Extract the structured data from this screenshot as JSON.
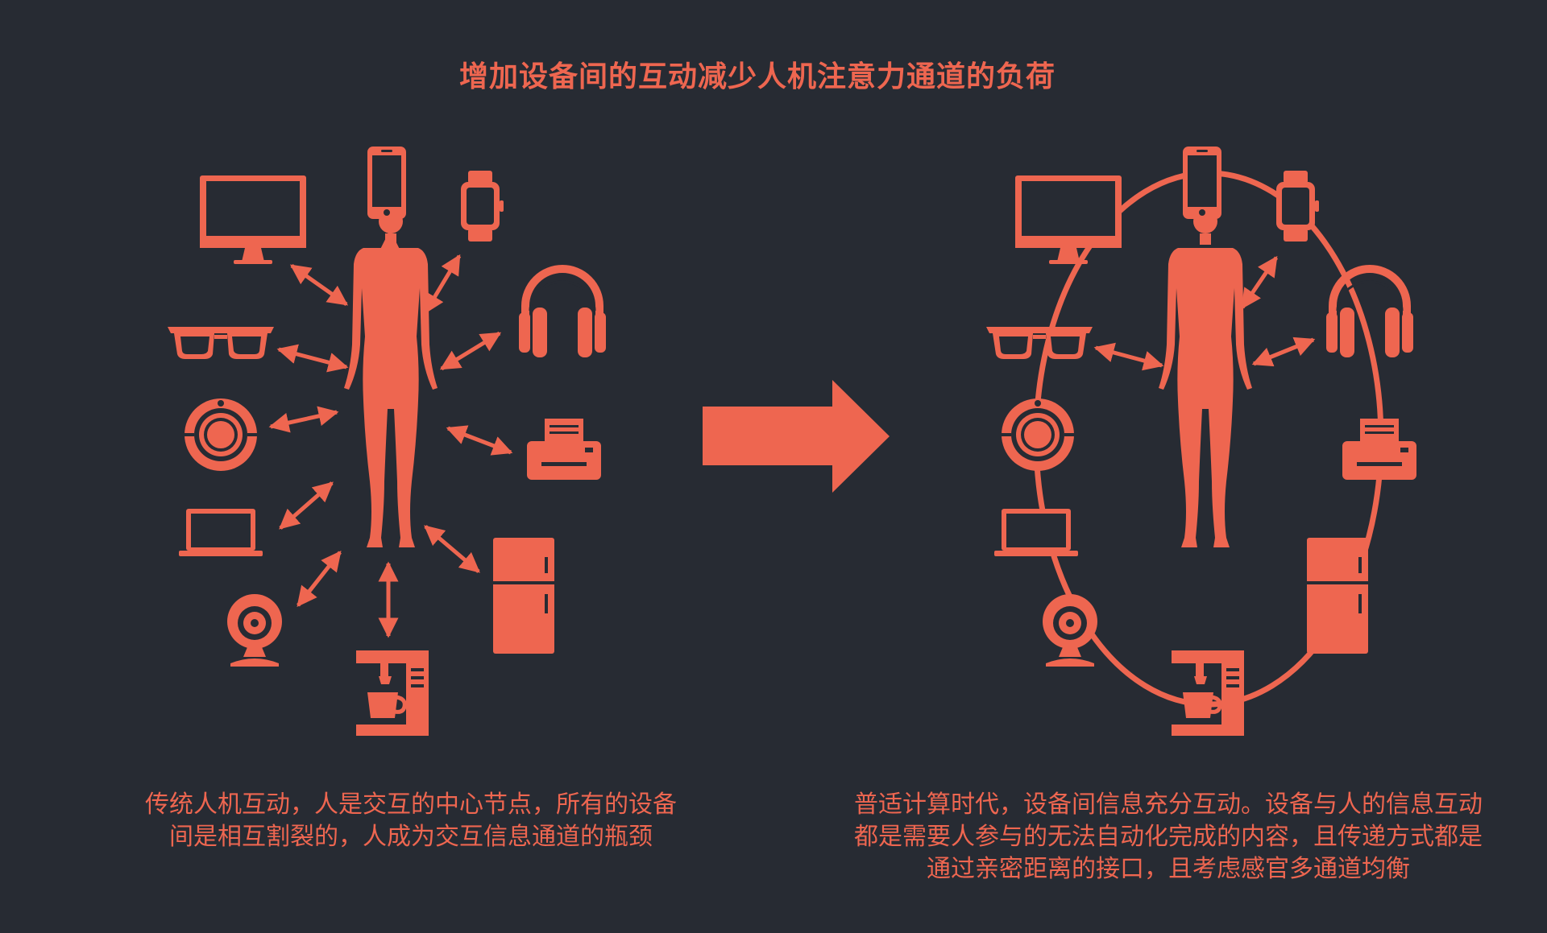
{
  "title": "增加设备间的互动减少人机注意力通道的负荷",
  "left_caption": "传统人机互动，人是交互的中心节点，所有的设备\n间是相互割裂的，人成为交互信息通道的瓶颈",
  "right_caption": "普适计算时代，设备间信息充分互动。设备与人的信息互动\n都是需要人参与的无法自动化完成的内容，且传递方式都是\n通过亲密距离的接口，且考虑感官多通道均衡",
  "colors": {
    "background": "#272b33",
    "accent": "#ee6650"
  },
  "icons": [
    "monitor-icon",
    "smartphone-icon",
    "smartwatch-icon",
    "headphones-icon",
    "printer-icon",
    "fridge-icon",
    "coffee-machine-icon",
    "webcam-icon",
    "laptop-icon",
    "robot-vacuum-icon",
    "vr-glasses-icon",
    "human-figure-icon",
    "right-arrow-icon"
  ]
}
